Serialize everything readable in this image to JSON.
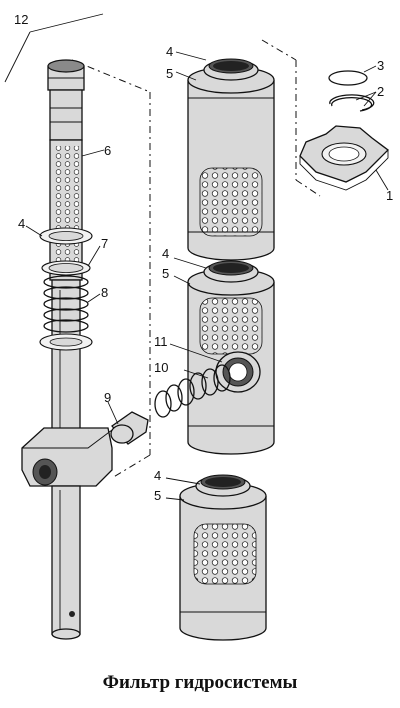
{
  "caption": "Фильтр гидросистемы",
  "labels": {
    "l12": "12",
    "l4a": "4",
    "l5a": "5",
    "l3": "3",
    "l2": "2",
    "l1": "1",
    "l6": "6",
    "l4b": "4",
    "l7": "7",
    "l8": "8",
    "l4c": "4",
    "l5b": "5",
    "l11": "11",
    "l10": "10",
    "l9": "9",
    "l4d": "4",
    "l5c": "5"
  }
}
